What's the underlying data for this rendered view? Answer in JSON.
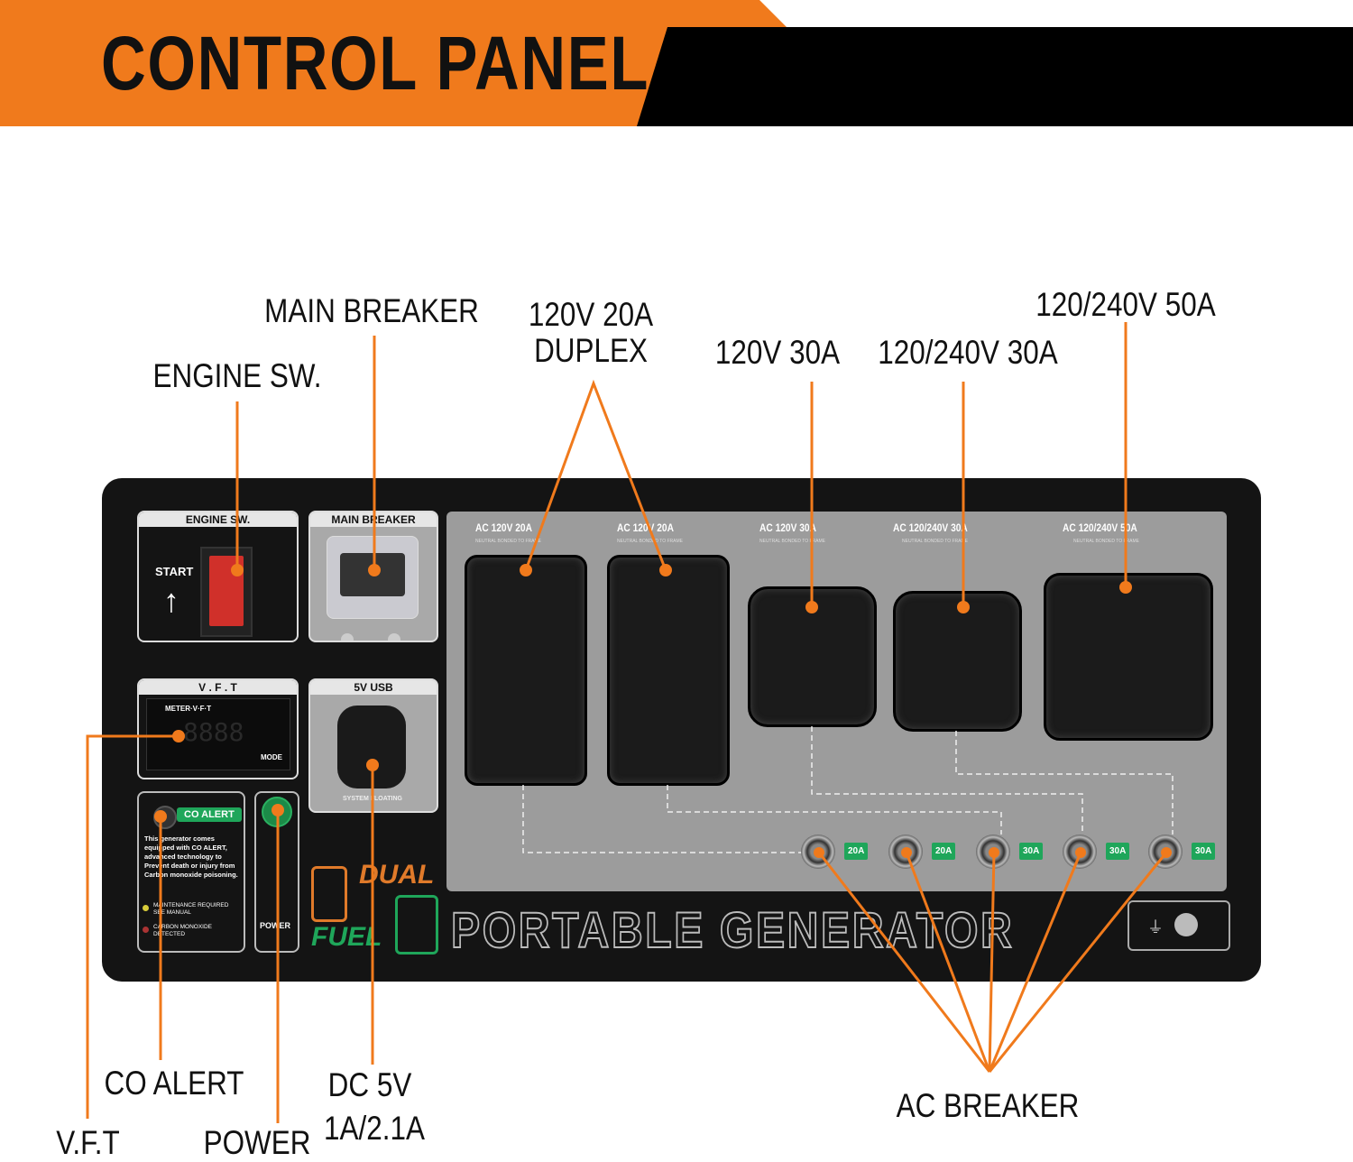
{
  "header": {
    "title": "CONTROL PANEL",
    "accent": "#f07a1c"
  },
  "callouts": {
    "main_breaker": "MAIN BREAKER",
    "engine_sw": "ENGINE SW.",
    "duplex_line1": "120V 20A",
    "duplex_line2": "DUPLEX",
    "outlet_30a": "120V 30A",
    "outlet_240_30a": "120/240V 30A",
    "outlet_50a": "120/240V 50A",
    "co_alert": "CO ALERT",
    "vft": "V.F.T",
    "power": "POWER",
    "dc_line1": "DC 5V",
    "dc_line2": "1A/2.1A",
    "ac_breaker": "AC BREAKER"
  },
  "panel": {
    "engine_box": {
      "title": "ENGINE SW.",
      "start": "START"
    },
    "main_breaker_box": {
      "title": "MAIN BREAKER"
    },
    "vft_box": {
      "title": "V . F . T",
      "meter": "METER·V·F·T",
      "display": "8888",
      "mode": "MODE"
    },
    "usb_box": {
      "title": "5V USB",
      "footer": "SYSTEM FLOATING"
    },
    "co_box": {
      "badge": "CO ALERT",
      "text": "This generator comes equipped with CO ALERT, advanced technology to Prevent death or injury from Carbon monoxide poisoning.",
      "legend1": "MAINTENANCE REQUIRED SEE MANUAL",
      "legend2": "CARBON MONOXIDE DETECTED"
    },
    "power_box": {
      "label": "POWER"
    },
    "outlets": [
      {
        "label": "AC 120V 20A",
        "sub": "NEUTRAL BONDED TO FRAME"
      },
      {
        "label": "AC 120V 20A",
        "sub": "NEUTRAL BONDED TO FRAME"
      },
      {
        "label": "AC 120V 30A",
        "sub": "NEUTRAL BONDED TO FRAME"
      },
      {
        "label": "AC 120/240V 30A",
        "sub": "NEUTRAL BONDED TO FRAME"
      },
      {
        "label": "AC 120/240V 50A",
        "sub": "NEUTRAL BONDED TO FRAME"
      }
    ],
    "breakers": [
      "20A",
      "20A",
      "30A",
      "30A",
      "30A"
    ],
    "fuel_logo": {
      "dual": "DUAL",
      "fuel": "FUEL"
    },
    "brand_text": "PORTABLE GENERATOR"
  }
}
